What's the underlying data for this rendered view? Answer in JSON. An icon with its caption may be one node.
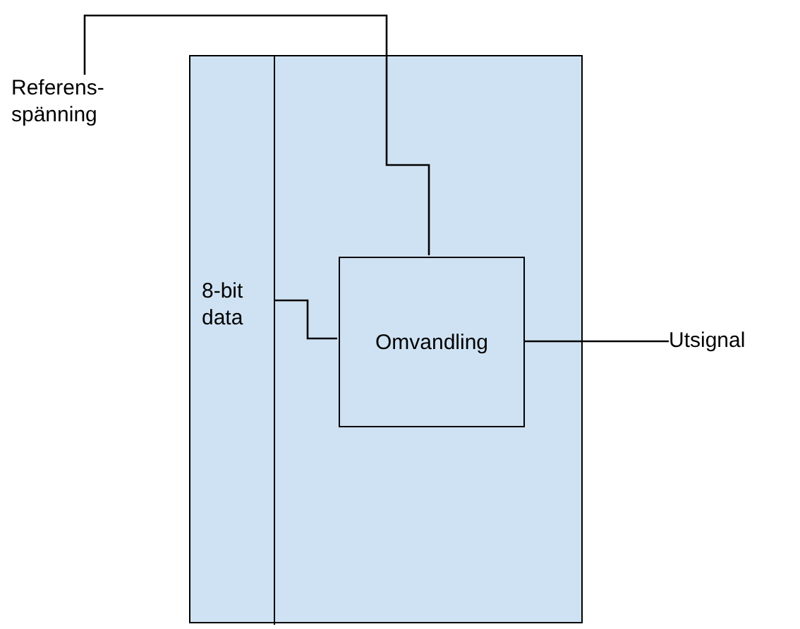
{
  "diagram": {
    "nodes": [
      {
        "text": [],
        "shape": "box"
      },
      {
        "text": [
          "8-bit data"
        ],
        "in": 0
      },
      {
        "text": [
          "Omvandling"
        ],
        "in": 0
      },
      {
        "text": [
          "Referens- spänning"
        ]
      },
      {
        "text": [
          "Utsignal"
        ]
      }
    ],
    "edges": [
      {
        "from": 3,
        "to": 2,
        "arrow": "none"
      },
      {
        "from": 1,
        "to": 2,
        "arrow": "none"
      },
      {
        "from": 2,
        "to": 4,
        "arrow": "none"
      }
    ]
  }
}
